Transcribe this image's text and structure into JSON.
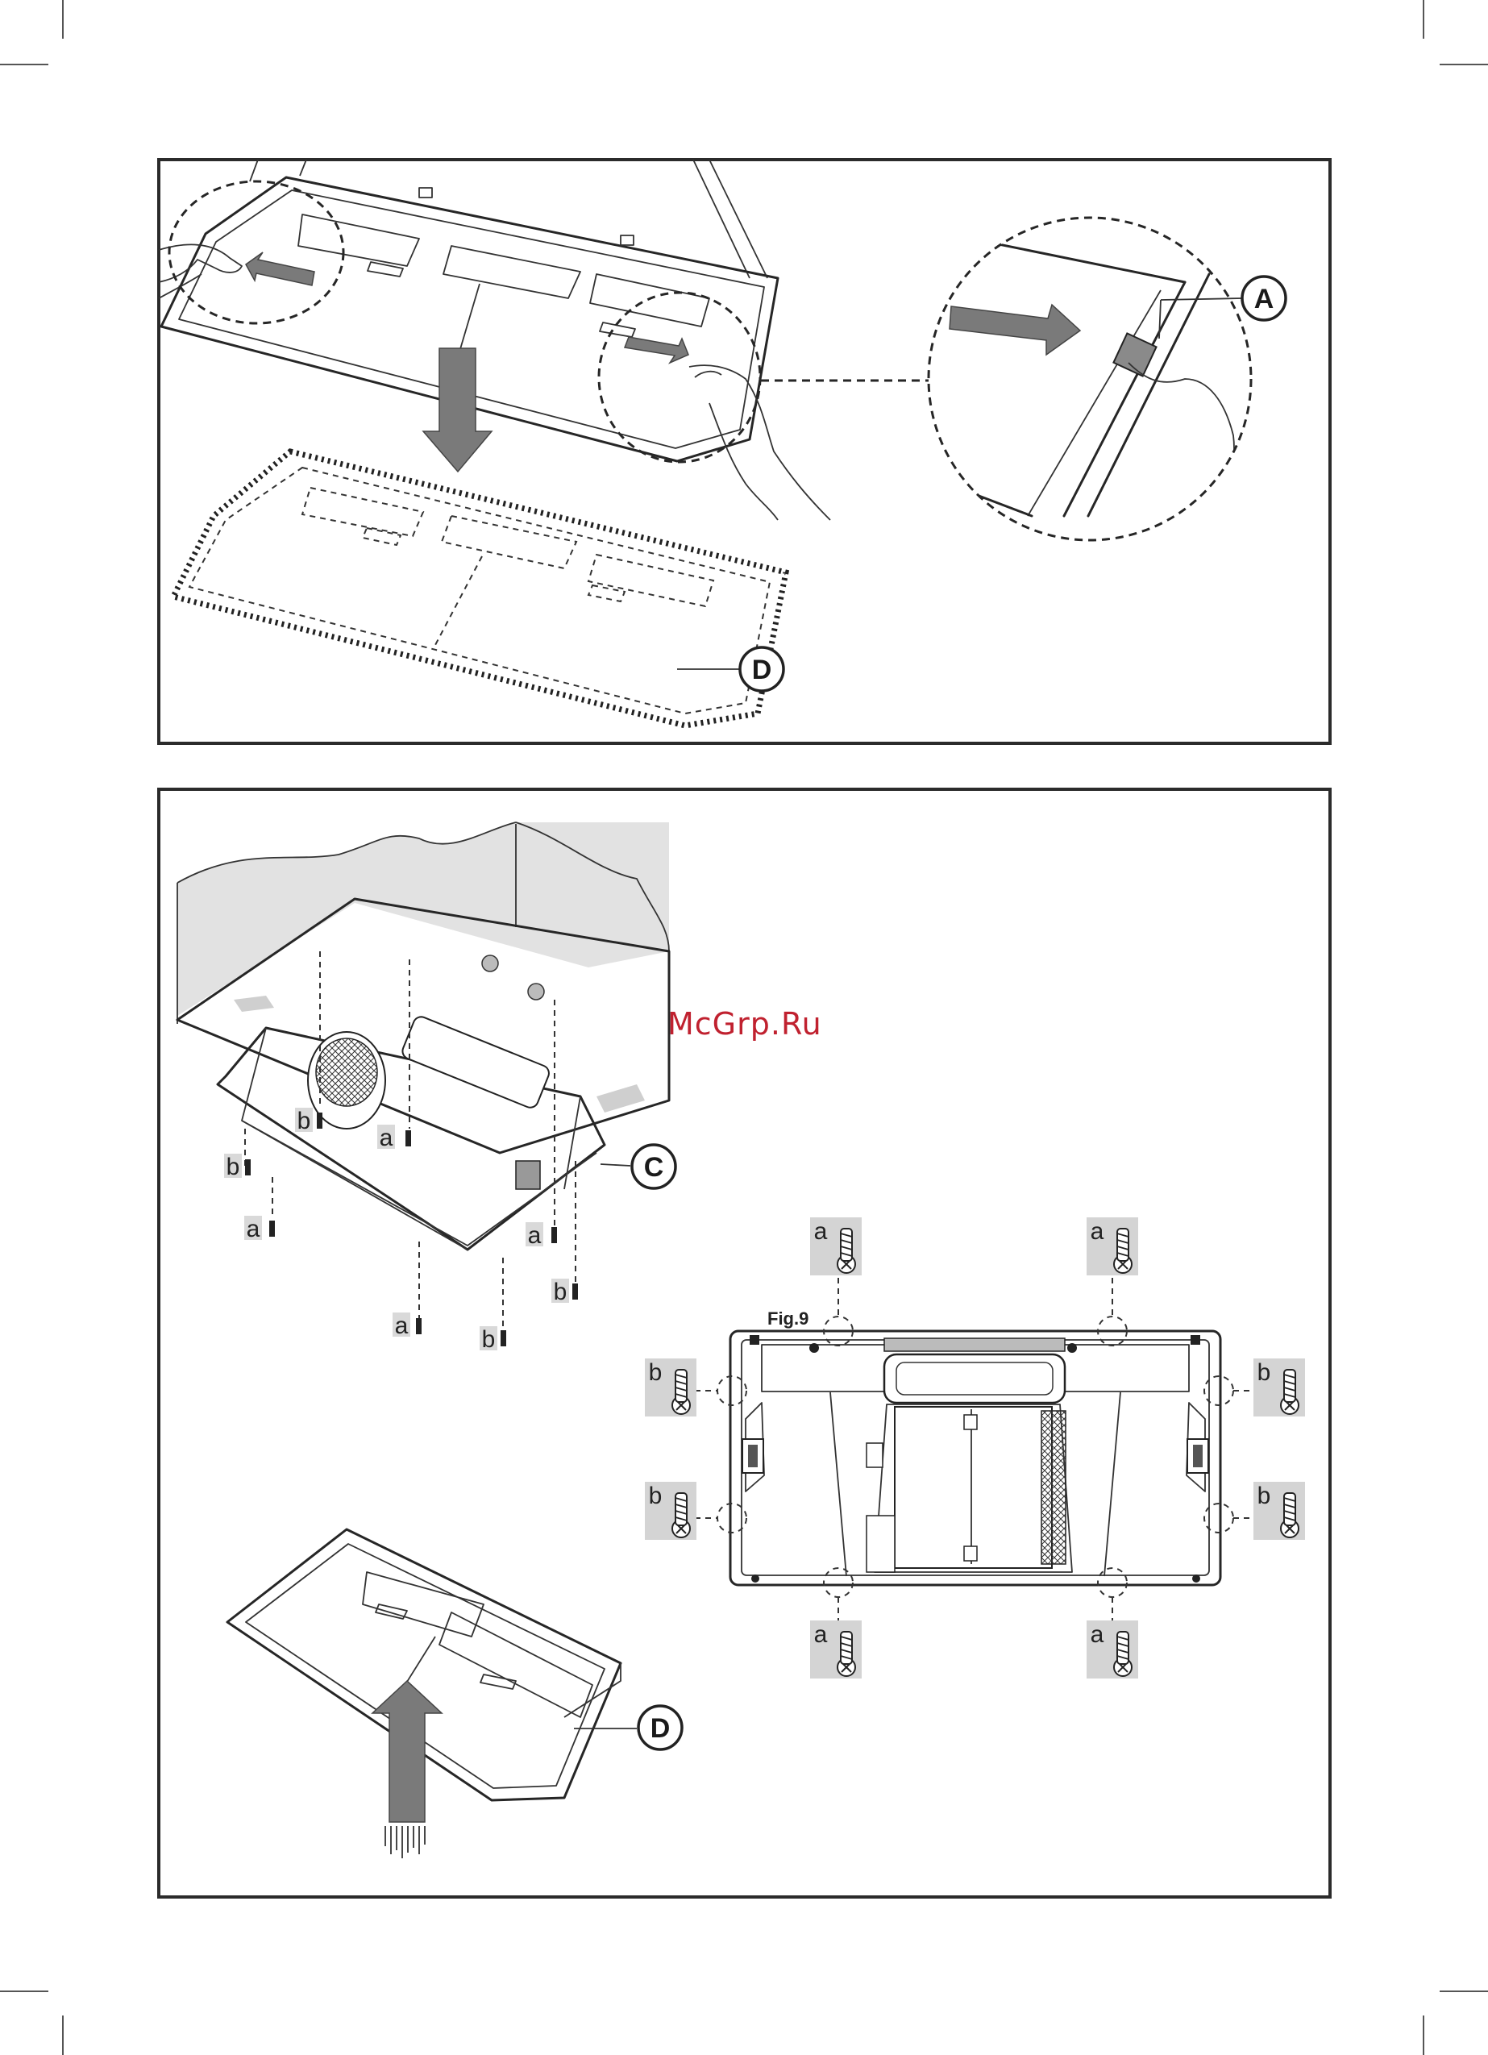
{
  "watermark": "McGrp.Ru",
  "top_panel": {
    "callouts": {
      "a_upper": "A",
      "d_lower": "D"
    }
  },
  "bottom_panel": {
    "callouts": {
      "c_label": "C",
      "d_label": "D"
    },
    "screw_tags": {
      "a": "a",
      "b": "b"
    },
    "figure_label": "Fig.9"
  },
  "colors": {
    "watermark": "#c0212f",
    "line": "#262626",
    "arrow": "#7a7a7a",
    "tile": "#d4d4d4"
  }
}
